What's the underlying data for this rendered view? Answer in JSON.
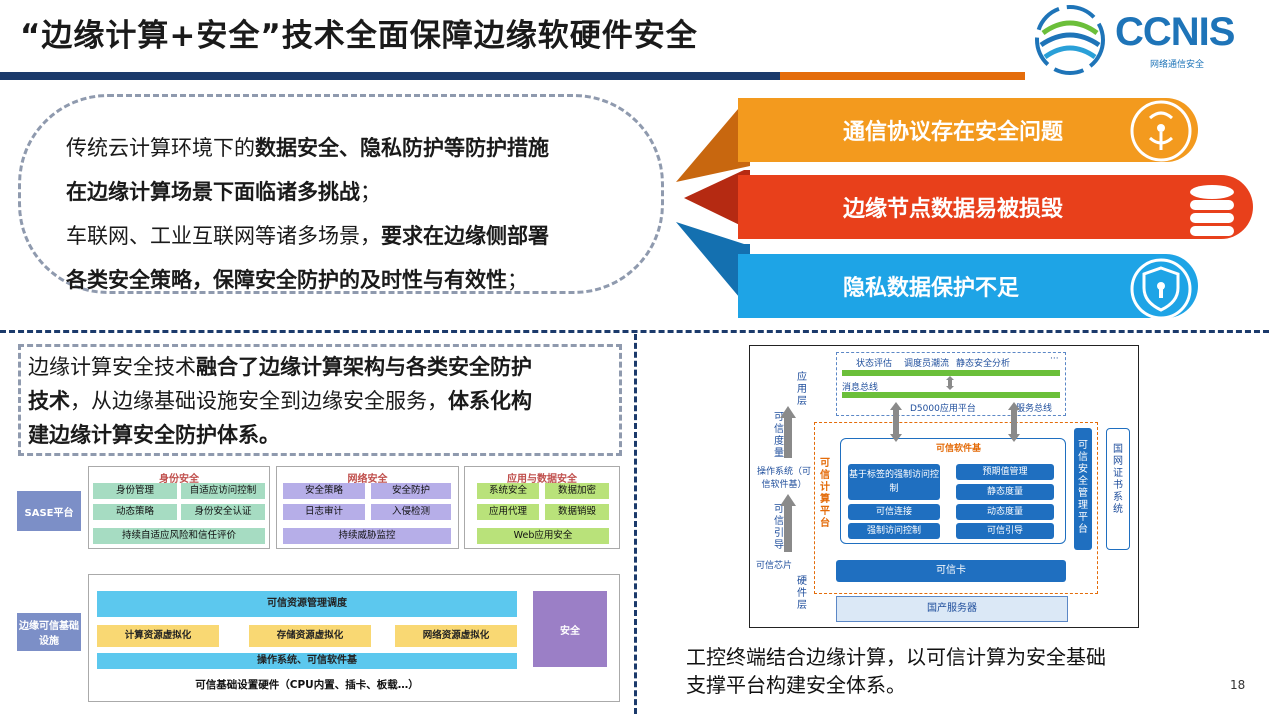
{
  "title": "“边缘计算+安全”技术全面保障边缘软硬件安全",
  "logo": {
    "name": "CCNIS",
    "sub": "网络通信安全"
  },
  "bubble": {
    "l1": "传统云计算环境下的",
    "l1b": "数据安全、隐私防护等防护措施",
    "l2b": "在边缘计算场景下面临诸多挑战",
    "l2": "；",
    "l3": "车联网、工业互联网等诸多场景，",
    "l3b": "要求在边缘侧部署",
    "l4b": "各类安全策略，保障安全防护的及时性与有效性",
    "l4": "；"
  },
  "issues": [
    "通信协议存在安全问题",
    "边缘节点数据易被损毁",
    "隐私数据保护不足"
  ],
  "left_box": {
    "t1": "边缘计算安全技术",
    "t1b": "融合了边缘计算架构与各类安全防护",
    "t2b": "技术",
    "t2": "，从边缘基础设施安全到边缘安全服务，",
    "t2c": "体系化构",
    "t3b": "建边缘计算安全防护体系。"
  },
  "sase": {
    "label": "SASE平台",
    "identity": {
      "title": "身份安全",
      "items": [
        "身份管理",
        "自适应访问控制",
        "动态策略",
        "身份安全认证"
      ],
      "wide": "持续自适应风险和信任评价"
    },
    "network": {
      "title": "网络安全",
      "items": [
        "安全策略",
        "安全防护",
        "日志审计",
        "入侵检测"
      ],
      "wide": "持续威胁监控"
    },
    "app": {
      "title": "应用与数据安全",
      "items": [
        "系统安全",
        "数据加密",
        "应用代理",
        "数据销毁"
      ],
      "wide": "Web应用安全"
    }
  },
  "infra": {
    "label": "边缘可信基础设施",
    "top": "可信资源管理调度",
    "virt": [
      "计算资源虚拟化",
      "存储资源虚拟化",
      "网络资源虚拟化"
    ],
    "os": "操作系统、可信软件基",
    "hw": "可信基础设置硬件（CPU内置、插卡、板载…）",
    "security": "安全"
  },
  "rdiag": {
    "app_items": [
      "状态评估",
      "调度员潮流",
      "静态安全分析",
      "···"
    ],
    "msg_bus": "消息总线",
    "d5000": "D5000应用平台",
    "svc_bus": "服务总线",
    "app_layer": "应用层",
    "trust_measure": "可信度量",
    "os_label": "操作系统（可信软件基）",
    "trust_guide": "可信引导",
    "chip": "可信芯片",
    "hw_layer": "硬件层",
    "platform": "可信计算平台",
    "soft_base": "可信软件基",
    "soft_items": [
      "基于标签的强制访问控制",
      "预期值管理",
      "静态度量",
      "可信连接",
      "动态度量",
      "强制访问控制",
      "可信引导"
    ],
    "mgmt": "可信安全管理平台",
    "cert": "国网证书系统",
    "card": "可信卡",
    "server": "国产服务器"
  },
  "caption": {
    "l1": "工控终端结合边缘计算，以可信计算为安全基础",
    "l2": "支撑平台构建安全体系。"
  },
  "page_number": "18",
  "colors": {
    "orange": "#f39a1e",
    "red": "#e8401b",
    "blue": "#1ea4e6",
    "navy": "#1b3a6b"
  }
}
